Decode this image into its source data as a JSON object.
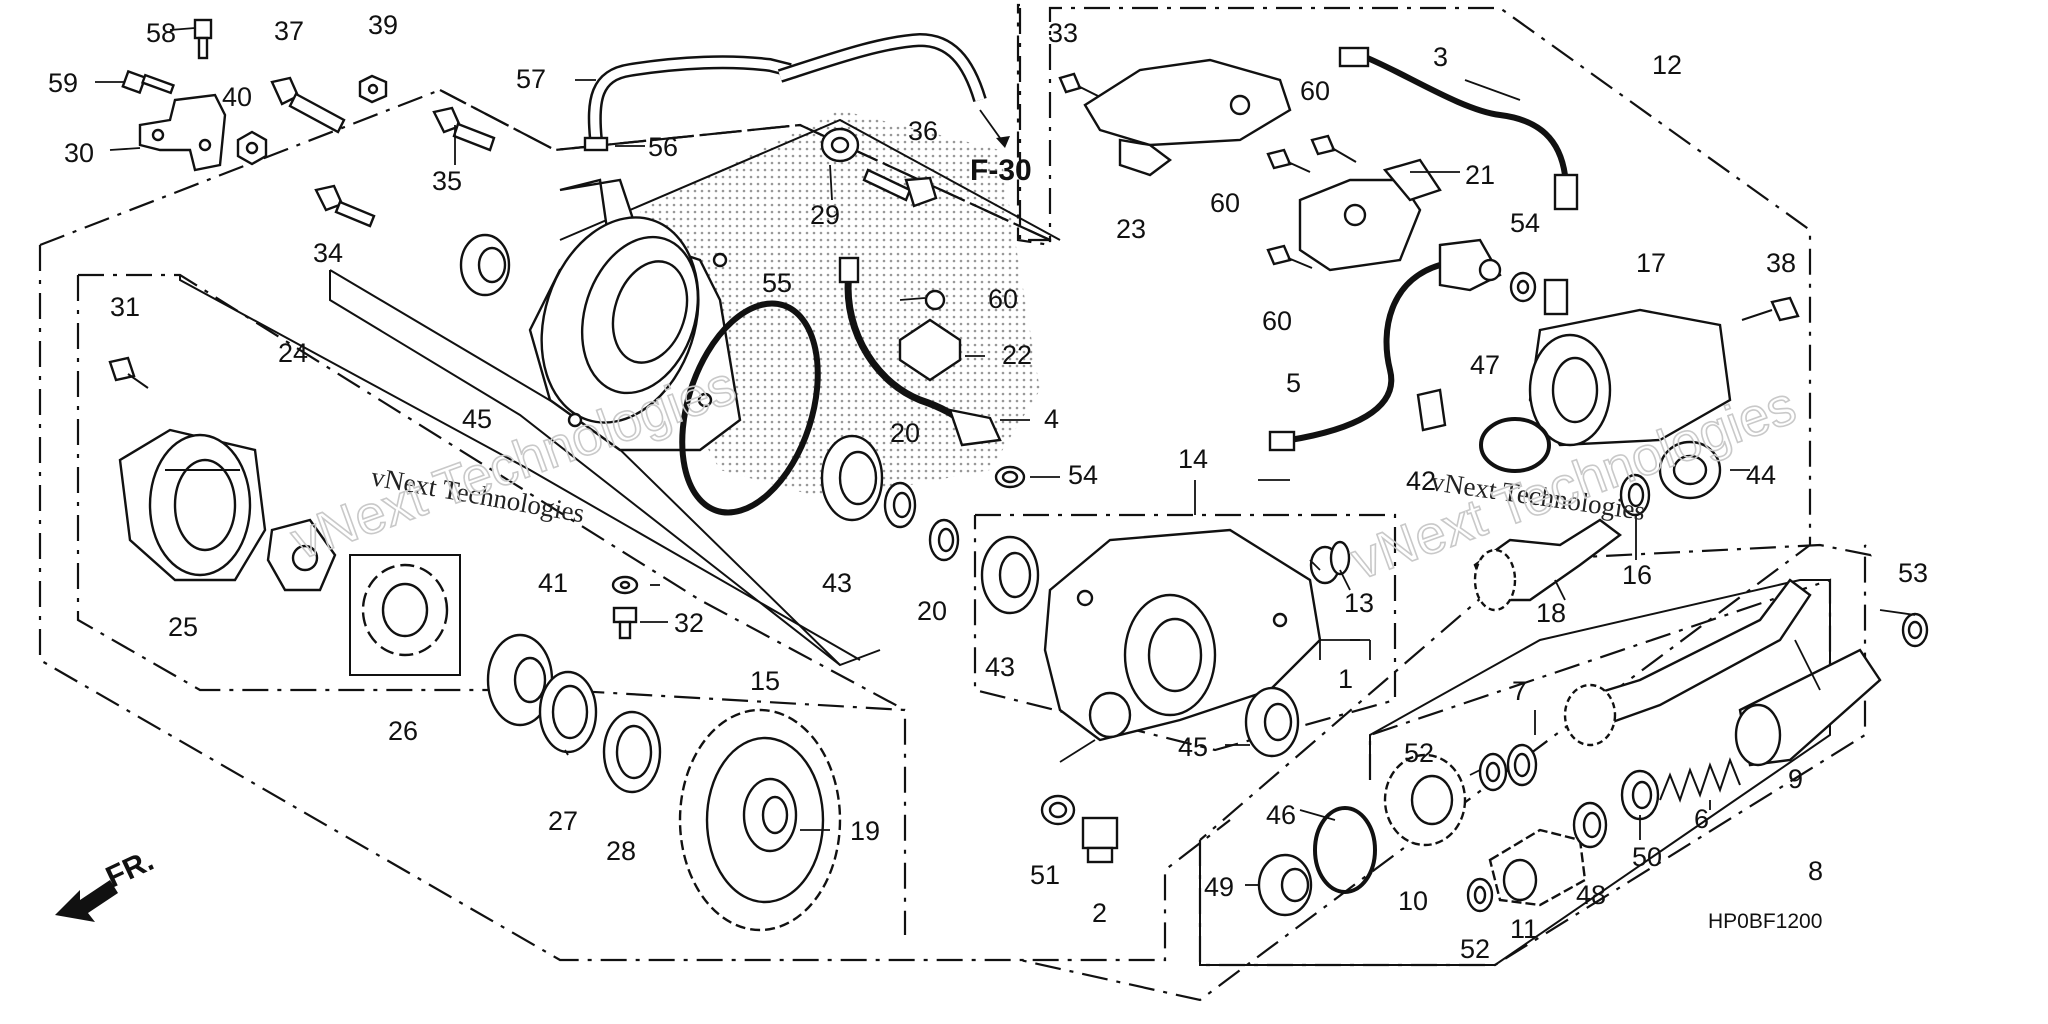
{
  "diagram": {
    "ref_label": "F-30",
    "front_label": "FR.",
    "drawing_code": "HP0BF1200",
    "watermark_text": "vNext Technologies",
    "watermark_big": "vNext Technologies",
    "callouts": [
      {
        "id": "c58",
        "text": "58"
      },
      {
        "id": "c37",
        "text": "37"
      },
      {
        "id": "c39",
        "text": "39"
      },
      {
        "id": "c59",
        "text": "59"
      },
      {
        "id": "c40",
        "text": "40"
      },
      {
        "id": "c30",
        "text": "30"
      },
      {
        "id": "c57",
        "text": "57"
      },
      {
        "id": "c56",
        "text": "56"
      },
      {
        "id": "c36",
        "text": "36"
      },
      {
        "id": "c35",
        "text": "35"
      },
      {
        "id": "c29",
        "text": "29"
      },
      {
        "id": "c34",
        "text": "34"
      },
      {
        "id": "c33",
        "text": "33"
      },
      {
        "id": "c3",
        "text": "3"
      },
      {
        "id": "c12",
        "text": "12"
      },
      {
        "id": "c60a",
        "text": "60"
      },
      {
        "id": "c21",
        "text": "21"
      },
      {
        "id": "c23",
        "text": "23"
      },
      {
        "id": "c60b",
        "text": "60"
      },
      {
        "id": "c54a",
        "text": "54"
      },
      {
        "id": "c17",
        "text": "17"
      },
      {
        "id": "c38",
        "text": "38"
      },
      {
        "id": "c60c",
        "text": "60"
      },
      {
        "id": "c31",
        "text": "31"
      },
      {
        "id": "c24",
        "text": "24"
      },
      {
        "id": "c55",
        "text": "55"
      },
      {
        "id": "c60d",
        "text": "60"
      },
      {
        "id": "c22",
        "text": "22"
      },
      {
        "id": "c5",
        "text": "5"
      },
      {
        "id": "c47",
        "text": "47"
      },
      {
        "id": "c4",
        "text": "4"
      },
      {
        "id": "c45a",
        "text": "45"
      },
      {
        "id": "c20a",
        "text": "20"
      },
      {
        "id": "c14",
        "text": "14"
      },
      {
        "id": "c54b",
        "text": "54"
      },
      {
        "id": "c42",
        "text": "42"
      },
      {
        "id": "c44",
        "text": "44"
      },
      {
        "id": "c16",
        "text": "16"
      },
      {
        "id": "c41",
        "text": "41"
      },
      {
        "id": "c43a",
        "text": "43"
      },
      {
        "id": "c20b",
        "text": "20"
      },
      {
        "id": "c13",
        "text": "13"
      },
      {
        "id": "c18",
        "text": "18"
      },
      {
        "id": "c53",
        "text": "53"
      },
      {
        "id": "c25",
        "text": "25"
      },
      {
        "id": "c32",
        "text": "32"
      },
      {
        "id": "c15",
        "text": "15"
      },
      {
        "id": "c43b",
        "text": "43"
      },
      {
        "id": "c1",
        "text": "1"
      },
      {
        "id": "c7",
        "text": "7"
      },
      {
        "id": "c26",
        "text": "26"
      },
      {
        "id": "c52a",
        "text": "52"
      },
      {
        "id": "c45b",
        "text": "45"
      },
      {
        "id": "c9",
        "text": "9"
      },
      {
        "id": "c27",
        "text": "27"
      },
      {
        "id": "c46",
        "text": "46"
      },
      {
        "id": "c6",
        "text": "6"
      },
      {
        "id": "c28",
        "text": "28"
      },
      {
        "id": "c19",
        "text": "19"
      },
      {
        "id": "c50",
        "text": "50"
      },
      {
        "id": "c8",
        "text": "8"
      },
      {
        "id": "c51",
        "text": "51"
      },
      {
        "id": "c49",
        "text": "49"
      },
      {
        "id": "c10",
        "text": "10"
      },
      {
        "id": "c48",
        "text": "48"
      },
      {
        "id": "c2",
        "text": "2"
      },
      {
        "id": "c11",
        "text": "11"
      },
      {
        "id": "c52b",
        "text": "52"
      }
    ]
  }
}
